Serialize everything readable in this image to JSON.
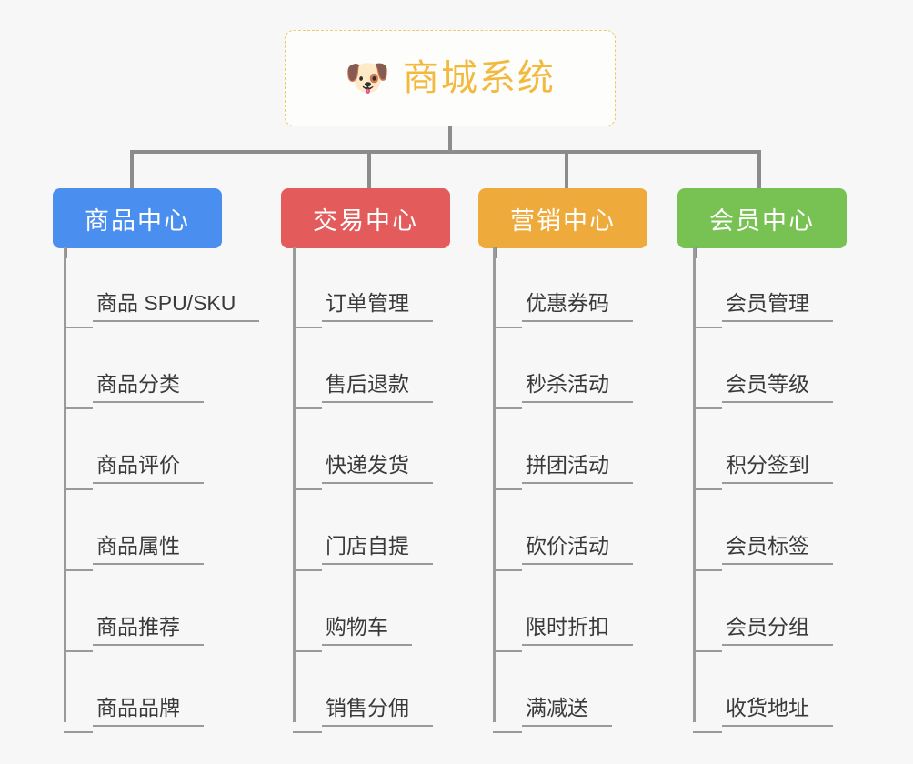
{
  "diagram": {
    "type": "org-tree",
    "background_color": "#f7f7f7",
    "root": {
      "title": "商城系统",
      "icon": "shiba-dog-icon",
      "emoji": "🐶",
      "text_color": "#f2b93d",
      "border_color": "#f0c86a",
      "background_color": "#fdfdfc"
    },
    "connector_color": "#8c8c8c",
    "leaf_line_color": "#9a9a9a",
    "leaf_text_color": "#3a3a3a",
    "branches": [
      {
        "label": "商品中心",
        "color": "#4a8ef0",
        "items": [
          "商品 SPU/SKU",
          "商品分类",
          "商品评价",
          "商品属性",
          "商品推荐",
          "商品品牌"
        ]
      },
      {
        "label": "交易中心",
        "color": "#e35b5b",
        "items": [
          "订单管理",
          "售后退款",
          "快递发货",
          "门店自提",
          "购物车",
          "销售分佣"
        ]
      },
      {
        "label": "营销中心",
        "color": "#eeab3c",
        "items": [
          "优惠券码",
          "秒杀活动",
          "拼团活动",
          "砍价活动",
          "限时折扣",
          "满减送"
        ]
      },
      {
        "label": "会员中心",
        "color": "#78c153",
        "items": [
          "会员管理",
          "会员等级",
          "积分签到",
          "会员标签",
          "会员分组",
          "收货地址"
        ]
      }
    ]
  }
}
